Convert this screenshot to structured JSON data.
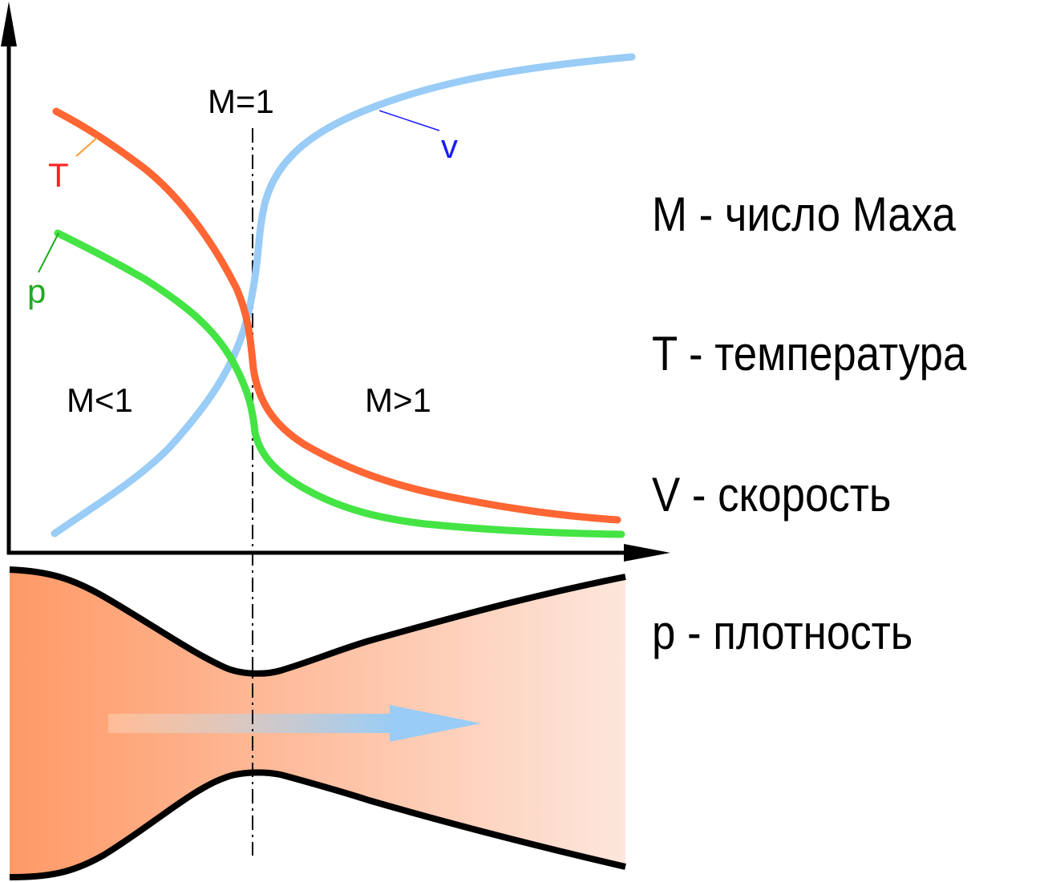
{
  "labels": {
    "mach_one": "M=1",
    "subsonic": "M<1",
    "supersonic": "M>1",
    "curve_T": "T",
    "curve_p": "p",
    "curve_v": "v"
  },
  "legend": [
    {
      "text": "M - число Маха"
    },
    {
      "text": "T - температура"
    },
    {
      "text": "V - скорость"
    },
    {
      "text": "p - плотность"
    }
  ],
  "colors": {
    "temperature": "#ff6633",
    "density": "#44e444",
    "velocity": "#99ccf6",
    "nozzle_fill_start": "#ff9966",
    "nozzle_fill_end": "#fde6dc",
    "flow_arrow": "#99ccf6",
    "label_T": "#ff2222",
    "label_p": "#22aa22",
    "label_v": "#1a1aff"
  }
}
